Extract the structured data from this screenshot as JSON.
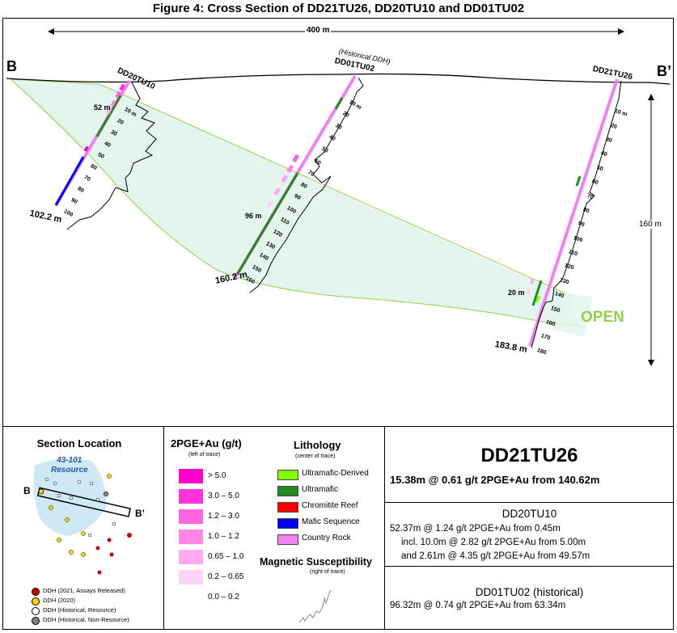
{
  "figure": {
    "title": "Figure 4: Cross Section of DD21TU26, DD20TU10 and DD01TU02"
  },
  "section": {
    "left_label": "B",
    "right_label": "B’",
    "width_scale": "400 m",
    "height_scale": "160 m",
    "open_label": "OPEN",
    "historical_note": "(Historical DDH)",
    "holes": [
      {
        "name": "DD20TU10",
        "end_depth": "102.2 m",
        "depth_ticks": [
          "10 m",
          "20",
          "30",
          "40",
          "50",
          "60",
          "70",
          "80",
          "90",
          "100"
        ],
        "interval_label": "52 m"
      },
      {
        "name": "DD01TU02",
        "end_depth": "160.2 m",
        "depth_ticks": [
          "10 m",
          "20",
          "30",
          "40",
          "50",
          "60",
          "70",
          "80",
          "90",
          "100",
          "110",
          "120",
          "130",
          "140",
          "150",
          "160"
        ],
        "interval_label": "96 m"
      },
      {
        "name": "DD21TU26",
        "end_depth": "183.8 m",
        "depth_ticks": [
          "10 m",
          "20",
          "30",
          "40",
          "50",
          "60",
          "70",
          "80",
          "90",
          "100",
          "110",
          "120",
          "130",
          "140",
          "150",
          "160",
          "170",
          "180"
        ],
        "interval_label": "20 m"
      }
    ]
  },
  "location": {
    "title": "Section Location",
    "resource_label_line1": "43-101",
    "resource_label_line2": "Resource",
    "left_label": "B",
    "right_label": "B’",
    "legend": [
      {
        "label": "DDH (2021, Assays Released)",
        "color": "#c00000"
      },
      {
        "label": "DDH (2020)",
        "color": "#ffd700"
      },
      {
        "label": "DDH (Historical, Resource)",
        "color": "#ffffff"
      },
      {
        "label": "DDH (Historical, Non-Resource)",
        "color": "#808080"
      }
    ]
  },
  "legend": {
    "grade_title": "2PGE+Au (g/t)",
    "grade_note": "(left of trace)",
    "grades": [
      {
        "label": "> 5.0",
        "color": "#ff00cc"
      },
      {
        "label": "3.0 – 5.0",
        "color": "#ff33d6"
      },
      {
        "label": "1.2 – 3.0",
        "color": "#ff66dd"
      },
      {
        "label": "1.0 – 1.2",
        "color": "#ff85e6"
      },
      {
        "label": "0.65 – 1.0",
        "color": "#ffaaee"
      },
      {
        "label": "0.2 – 0.65",
        "color": "#ffd5f5"
      },
      {
        "label": "0.0 – 0.2",
        "color": "#ffffff"
      }
    ],
    "lith_title": "Lithology",
    "lith_note": "(center of trace)",
    "lithology": [
      {
        "label": "Ultramafic-Derived",
        "color": "#7fff00"
      },
      {
        "label": "Ultramafic",
        "color": "#228b22"
      },
      {
        "label": "Chromitite Reef",
        "color": "#ff0000"
      },
      {
        "label": "Mafic Sequence",
        "color": "#0000ee"
      },
      {
        "label": "Country Rock",
        "color": "#ee82ee"
      }
    ],
    "mag_title": "Magnetic Susceptibility",
    "mag_note": "(right of trace)"
  },
  "results": {
    "main_hole": "DD21TU26",
    "main_result": "15.38m @ 0.61 g/t 2PGE+Au from 140.62m",
    "hole2": "DD20TU10",
    "hole2_lines": [
      "52.37m @ 1.24 g/t 2PGE+Au from 0.45m",
      "incl. 10.0m @ 2.82 g/t 2PGE+Au from 5.00m",
      "and 2.61m @ 4.35 g/t 2PGE+Au from 49.57m"
    ],
    "hole3": "DD01TU02 (historical)",
    "hole3_lines": [
      "96.32m @ 0.74 g/t 2PGE+Au from 63.34m"
    ]
  }
}
